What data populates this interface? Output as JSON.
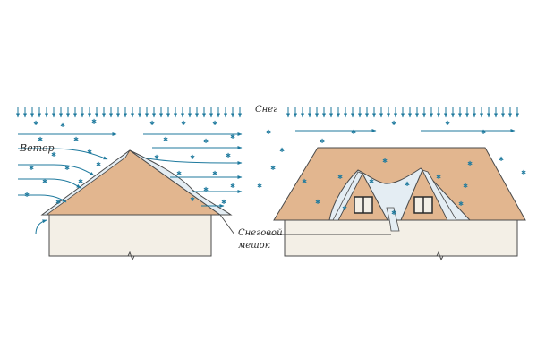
{
  "labels": {
    "wind": "Ветер",
    "snow": "Снег",
    "drift_line1": "Снеговой",
    "drift_line2": "мешок"
  },
  "colors": {
    "roof": "#e2b68f",
    "wall": "#f3efe6",
    "snow_drift": "#e4edf3",
    "arrows": "#1f7a9e",
    "snowflakes": "#1f7a9e",
    "outline": "#4a4a4a"
  },
  "icons": [
    "snowflake-icon",
    "down-arrow-icon",
    "wind-arrow-icon",
    "window-icon"
  ]
}
